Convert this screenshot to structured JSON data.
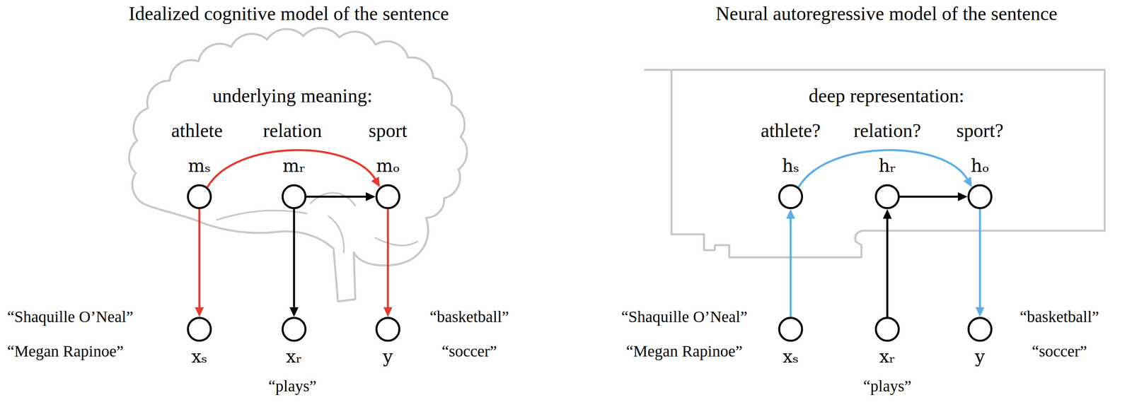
{
  "diagram": {
    "nodes": [
      {
        "text": [
          "mₛ"
        ]
      },
      {
        "text": [
          "mᵣ"
        ]
      },
      {
        "text": [
          "mₒ"
        ]
      },
      {
        "text": [
          "xₛ"
        ]
      },
      {
        "text": [
          "xᵣ"
        ]
      },
      {
        "text": [
          "y"
        ]
      },
      {
        "text": [
          "hₛ"
        ]
      },
      {
        "text": [
          "hᵣ"
        ]
      },
      {
        "text": [
          "hₒ"
        ]
      },
      {
        "text": [
          "xₛ"
        ]
      },
      {
        "text": [
          "xᵣ"
        ]
      },
      {
        "text": [
          "y"
        ]
      }
    ],
    "edges": [
      {
        "from": 0,
        "to": 2,
        "arrow": "to"
      },
      {
        "from": 1,
        "to": 2,
        "arrow": "to"
      },
      {
        "from": 1,
        "to": 4,
        "arrow": "to"
      },
      {
        "from": 0,
        "to": 3,
        "arrow": "to"
      },
      {
        "from": 2,
        "to": 5,
        "arrow": "to"
      },
      {
        "from": 9,
        "to": 6,
        "arrow": "to"
      },
      {
        "from": 10,
        "to": 7,
        "arrow": "to"
      },
      {
        "from": 6,
        "to": 8,
        "arrow": "to"
      },
      {
        "from": 7,
        "to": 8,
        "arrow": "to"
      },
      {
        "from": 8,
        "to": 11,
        "arrow": "to"
      }
    ],
    "labels": [
      "Idealized cognitive model of the sentence",
      "underlying meaning:",
      "athlete",
      "relation",
      "sport",
      "“Shaquille O’Neal”",
      "“Megan Rapinoe”",
      "“plays”",
      "“basketball”",
      "“soccer”",
      "Neural autoregressive model of the sentence",
      "deep representation:",
      "athlete?",
      "relation?",
      "sport?",
      "“Shaquille O’Neal”",
      "“Megan Rapinoe”",
      "“plays”",
      "“basketball”",
      "“soccer”"
    ]
  }
}
